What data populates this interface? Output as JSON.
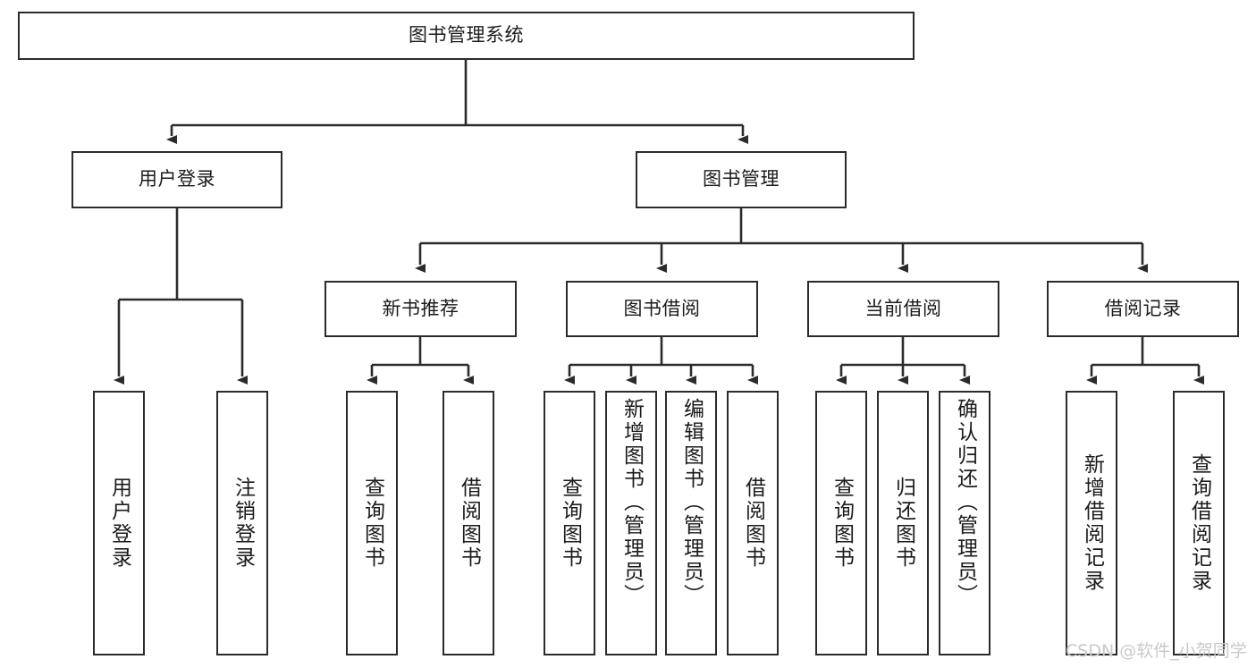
{
  "diagram": {
    "title_text": "图书管理系统",
    "type": "tree-hierarchy-diagram",
    "background_color": "#ffffff",
    "line_color": "#2b2b2b",
    "box_border_color": "#2b2b2b",
    "text_color": "#1b1b1b"
  },
  "nodes": {
    "root": {
      "label": "图书管理系统"
    },
    "level2": [
      {
        "label": "用户登录"
      },
      {
        "label": "图书管理"
      }
    ],
    "level3": [
      {
        "label": "新书推荐"
      },
      {
        "label": "图书借阅"
      },
      {
        "label": "当前借阅"
      },
      {
        "label": "借阅记录"
      }
    ],
    "leaves": {
      "user_login": [
        {
          "label": "用户登录"
        },
        {
          "label": "注销登录"
        }
      ],
      "new_book_recommend": [
        {
          "label": "查询图书"
        },
        {
          "label": "借阅图书"
        }
      ],
      "book_borrow": [
        {
          "label": "查询图书"
        },
        {
          "label": "新增图书（管理员）"
        },
        {
          "label": "编辑图书（管理员）"
        },
        {
          "label": "借阅图书"
        }
      ],
      "current_borrow": [
        {
          "label": "查询图书"
        },
        {
          "label": "归还图书"
        },
        {
          "label": "确认归还（管理员）"
        }
      ],
      "borrow_record": [
        {
          "label": "新增借阅记录"
        },
        {
          "label": "查询借阅记录"
        }
      ]
    }
  },
  "watermark": {
    "text": "CSDN @软件_小贺同学"
  }
}
